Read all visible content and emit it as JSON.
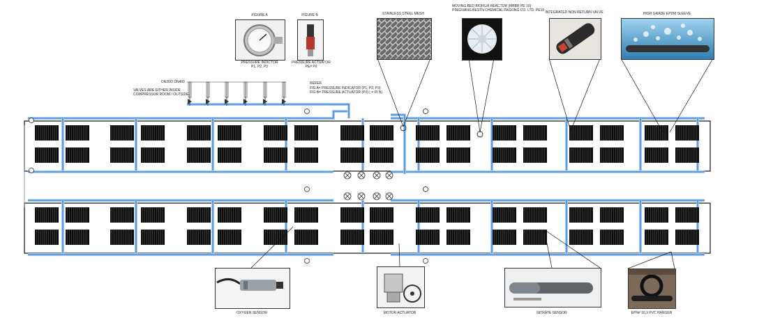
{
  "callouts": {
    "figure_a": {
      "title": "FIGURE A",
      "caption": "PRESSURE INDICTOR",
      "sub": "P1, P2, P3"
    },
    "figure_b": {
      "title": "FIGURE B",
      "caption": "PRESSURE ACTUATOR",
      "sub": "PE# P/I"
    },
    "mesh": {
      "title": "STAINLESS STEEL MESH"
    },
    "biofilm": {
      "title": "MOVING BED BIOFILM REACTOR (MBBR PE 10)",
      "sub": "PINGXIANG BESTN CHEMICAL PACKING CO. LTD, PE10"
    },
    "valve": {
      "title": "INTEGRATED NON RETURN VALVE"
    },
    "sleeve": {
      "title": "HIGH GRADE EPDM SLEEVE"
    },
    "oxygen": {
      "title": "OXYGEN SENSOR"
    },
    "motor": {
      "title": "MOTOR ACTUATOR"
    },
    "nitrate": {
      "title": "NITRATE SENSOR"
    },
    "hanger": {
      "title": "EPN# 16,3 PVC HANGER"
    }
  },
  "notes": {
    "pipe_size": "DN300/ DN400",
    "valves_note_1": "VALVES ARE EITHER INSIDE",
    "valves_note_2": "COMPRESSOR ROOM / OUTSIDE.",
    "refer_title": "REFER",
    "refer_a": "FIG A= PRESSURE INDICATOR (P1, P2, P3)",
    "refer_b": "FIG B= PRESSURE ACTUATOR (P/I) ( = PI N)"
  },
  "colors": {
    "pipe": "#4a8fd8",
    "pipe_light": "#a9cdf1",
    "outline": "#111111",
    "panel": "#0d0d0d"
  }
}
